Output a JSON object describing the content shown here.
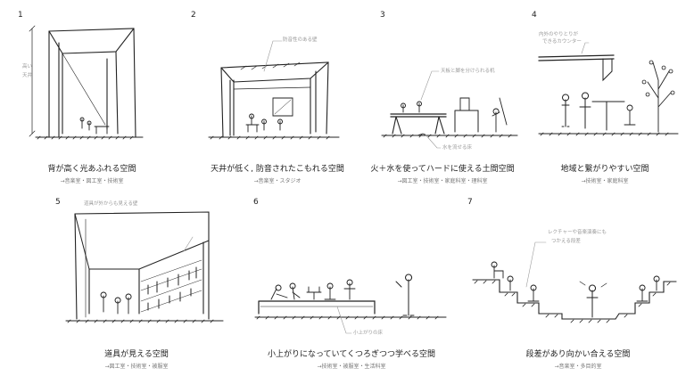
{
  "panels": [
    {
      "num": "1",
      "caption": "背が高く光あふれる空間",
      "sub": "→音楽室・図工室・技術室",
      "annos": [
        "高い",
        "天井"
      ]
    },
    {
      "num": "2",
      "caption": "天井が低く, 防音されたこもれる空間",
      "sub": "→音楽室・スタジオ",
      "annos": [
        "防音性のある壁"
      ]
    },
    {
      "num": "3",
      "caption": "火＋水を使ってハードに使える土間空間",
      "sub": "→図工室・技術室・家庭科室・理科室",
      "annos": [
        "天板と脚を分けられる机",
        "水を流せる床"
      ]
    },
    {
      "num": "4",
      "caption": "地域と繋がりやすい空間",
      "sub": "→技術室・家庭科室",
      "annos": [
        "内外のやりとりが",
        "できるカウンター"
      ]
    },
    {
      "num": "5",
      "caption": "道具が見える空間",
      "sub": "→図工室・技術室・被服室",
      "annos": [
        "道具が外からも見える壁"
      ]
    },
    {
      "num": "6",
      "caption": "小上がりになっていてくつろぎつつ学べる空間",
      "sub": "→技術室・被服室・生活科室",
      "annos": [
        "小上がりの床"
      ]
    },
    {
      "num": "7",
      "caption": "段差があり向かい合える空間",
      "sub": "→音楽室・多目的室",
      "annos": [
        "レクチャーや音楽演奏にも",
        "つかえる段差"
      ]
    }
  ]
}
